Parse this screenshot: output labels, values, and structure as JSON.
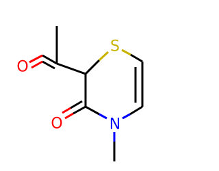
{
  "molecule": {
    "atoms": {
      "sulfur": {
        "label": "S",
        "color": "#c8b400"
      },
      "nitrogen": {
        "label": "N",
        "color": "#0000ff"
      },
      "oxygen_acetyl": {
        "label": "O",
        "color": "#ff0000"
      },
      "oxygen_lactam": {
        "label": "O",
        "color": "#ff0000"
      }
    }
  },
  "colors": {
    "bond": "#000000",
    "oxygen": "#ff0000",
    "sulfur": "#c8b400",
    "nitrogen": "#0000ff",
    "background": "#ffffff"
  }
}
